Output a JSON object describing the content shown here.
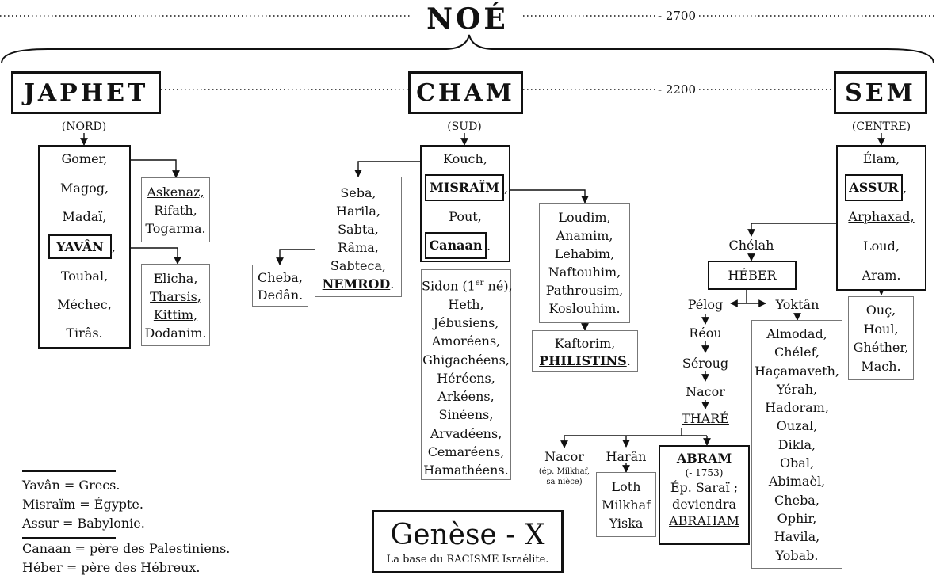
{
  "top": {
    "title": "NOÉ",
    "date": "- 2700"
  },
  "mid_date": "- 2200",
  "japhet": {
    "title": "JAPHET",
    "region": "(NORD)",
    "sons": [
      "Gomer,",
      "Magog,",
      "Madaï,",
      "Toubal,",
      "Méchec,",
      "Tirâs."
    ],
    "yavan": "YAVÂN",
    "yavan_sep": ",",
    "gomer_sons": [
      "Askenaz,",
      "Rifath,",
      "Togarma."
    ],
    "yavan_sons": [
      "Elicha,",
      "Tharsis,",
      "Kittim,",
      "Dodanim."
    ]
  },
  "cham": {
    "title": "CHAM",
    "region": "(SUD)",
    "kouch": "Kouch,",
    "misraim": "MISRAÏM",
    "misraim_sep": ",",
    "pout": "Pout,",
    "canaan": "Canaan",
    "canaan_sep": ".",
    "kouch_sons": [
      "Seba,",
      "Harila,",
      "Sabta,",
      "Râma,",
      "Sabteca,"
    ],
    "nemrod": "NEMROD",
    "nemrod_sep": ".",
    "rama_sons": [
      "Cheba,",
      "Dedân."
    ],
    "misraim_sons": [
      "Loudim,",
      "Anamim,",
      "Lehabim,",
      "Naftouhim,",
      "Pathrousim,",
      "Koslouhim."
    ],
    "kaftorim": "Kaftorim,",
    "philistins": "PHILISTINS",
    "philistins_sep": ".",
    "sidon_a": "Sidon (1",
    "sidon_sup": "er",
    "sidon_b": " né),",
    "canaan_sons": [
      "Heth,",
      "Jébusiens,",
      "Amoréens,",
      "Ghigachéens,",
      "Héréens,",
      "Arkéens,",
      "Sinéens,",
      "Arvadéens,",
      "Cemaréens,",
      "Hamathéens."
    ]
  },
  "sem": {
    "title": "SEM",
    "region": "(CENTRE)",
    "elam": "Élam,",
    "assur": "ASSUR",
    "assur_sep": ",",
    "arphaxad": "Arphaxad,",
    "loud": "Loud,",
    "aram": "Aram.",
    "aram_sons": [
      "Ouç,",
      "Houl,",
      "Ghéther,",
      "Mach."
    ],
    "chelah": "Chélah",
    "heber": "HÉBER",
    "peleg_line": [
      "Pélog",
      "Réou",
      "Séroug",
      "Nacor"
    ],
    "thare": "THARÉ",
    "yoktan": "Yoktân",
    "yoktan_sons": [
      "Almodad,",
      "Chélef,",
      "Haçamaveth,",
      "Yérah,",
      "Hadoram,",
      "Ouzal,",
      "Dikla,",
      "Obal,",
      "Abimaèl,",
      "Cheba,",
      "Ophir,",
      "Havila,",
      "Yobab."
    ],
    "nacor2": "Nacor",
    "nacor2_note": [
      "(ép. Milkhaf,",
      "sa nièce)"
    ],
    "haran": "Harân",
    "haran_sons": [
      "Loth",
      "Milkhaf",
      "Yiska"
    ],
    "abram": "ABRAM",
    "abram_date": "(- 1753)",
    "abram_wife": "Ép. Saraï ;",
    "abram_will": "deviendra",
    "abraham": "ABRAHAM"
  },
  "legend": {
    "group1": [
      "Yavân = Grecs.",
      "Misraïm = Égypte.",
      "Assur = Babylonie."
    ],
    "group2": [
      "Canaan = père des Palestiniens.",
      "Héber = père des Hébreux."
    ]
  },
  "caption": {
    "title": "Genèse - X",
    "subtitle": "La base du RACISME Israélite."
  }
}
